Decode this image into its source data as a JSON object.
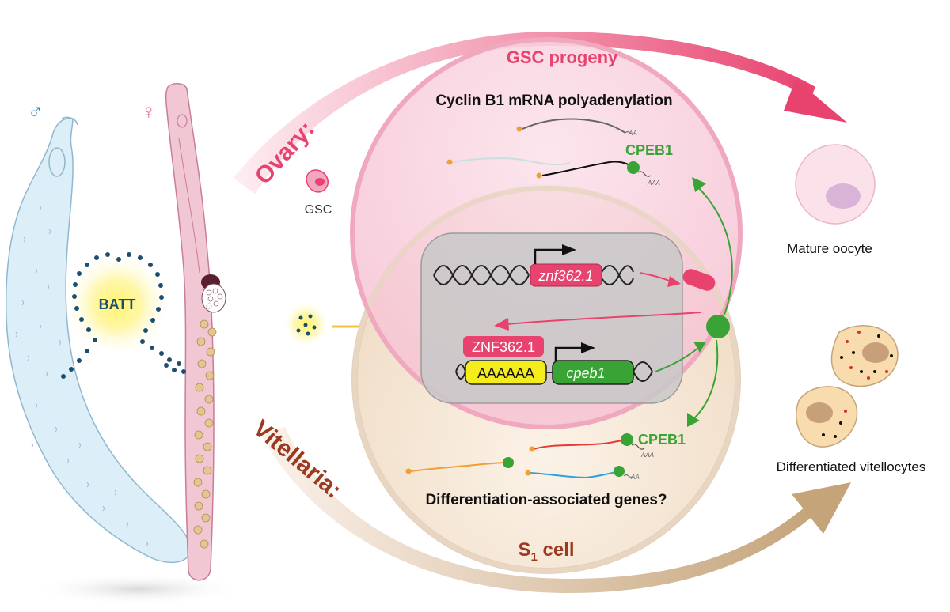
{
  "symbols": {
    "male": "♂",
    "female": "♀"
  },
  "labels": {
    "batt": "BATT",
    "gsc": "GSC",
    "ovary": "Ovary:",
    "vitellaria": "Vitellaria:",
    "gsc_progeny": "GSC progeny",
    "cyclin": "Cyclin B1 mRNA polyadenylation",
    "cpeb1_top": "CPEB1",
    "cpeb1_bottom": "CPEB1",
    "znf_gene": "znf362.1",
    "znf_protein": "ZNF362.1",
    "polyA_box": "AAAAAA",
    "cpeb_gene": "cpeb1",
    "diff_genes": "Differentiation-associated genes?",
    "s1_main": "S",
    "s1_sub": "1",
    "s1_rest": " cell",
    "mature_oocyte": "Mature oocyte",
    "diff_vitellocytes": "Differentiated vitellocytes",
    "tail_aa_1": "AA",
    "tail_aaa_1": "AAA",
    "tail_aaa_2": "AAA",
    "tail_aa_2": "AA"
  },
  "colors": {
    "pink_accent": "#e8436f",
    "brown_accent": "#9b3a1e",
    "green": "#3aa335",
    "yellow_box": "#f5ec1c",
    "male_body": "#dceef7",
    "female_body": "#f2c7d4",
    "dot_blue": "#1b4f72"
  }
}
